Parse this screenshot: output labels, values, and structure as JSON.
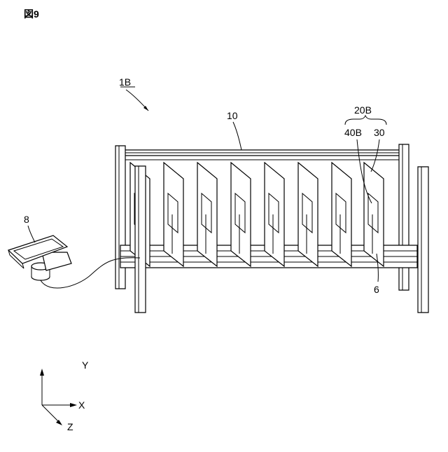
{
  "figure": {
    "title": "図9"
  },
  "labels": {
    "assembly": "1B",
    "frame": "10",
    "unit": "20B",
    "coil": "40B",
    "panel": "30",
    "wire": "6",
    "device": "8"
  },
  "axes": {
    "y": "Y",
    "x": "X",
    "z": "Z"
  }
}
